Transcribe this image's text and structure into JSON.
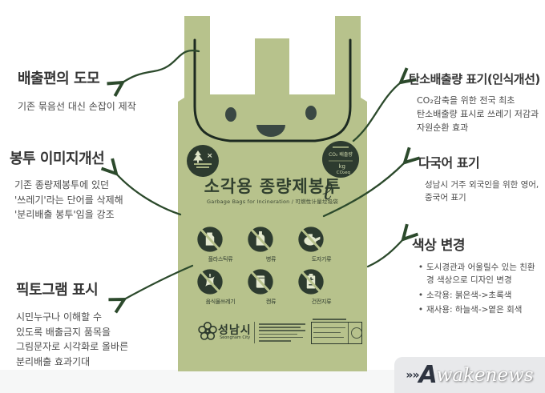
{
  "colors": {
    "bag_green": "#b7c28c",
    "dark_green": "#2d3b2f",
    "arrow_green": "#2c4a2c",
    "heading_text": "#353535",
    "body_text": "#4b4b4b",
    "watermark_bg": "#e8e9eb"
  },
  "annotations": {
    "left": [
      {
        "title": "배출편의 도모",
        "lines": [
          "기존 묶음선 대신 손잡이 제작"
        ]
      },
      {
        "title": "봉투 이미지개선",
        "lines": [
          "기존 종량제봉투에 있던",
          "'쓰레기'라는 단어를 삭제해",
          "'분리배출 봉투'임을 강조"
        ]
      },
      {
        "title": "픽토그램 표시",
        "lines": [
          "시민누구나 이해할 수",
          "있도록 배출금지 품목을",
          "그림문자로 시각화로 올바른",
          "분리배출 효과기대"
        ]
      }
    ],
    "right": [
      {
        "title": "탄소배출량 표기(인식개선)",
        "lines": [
          "CO₂감축을 위한 전국 최초",
          "탄소배출량 표시로 쓰레기 저감과",
          "자원순환 효과"
        ]
      },
      {
        "title": "다국어 표기",
        "lines": [
          "성남시 거주 외국인을 위한 영어, 중국어 표기"
        ]
      },
      {
        "title": "색상 변경",
        "bullets": [
          "도시경관과 어울릴수 있는 친환경 색상으로 디자인 변경",
          "소각용: 붉은색->초록색",
          "재사용: 하늘색->옅은 회색"
        ]
      }
    ],
    "bullet_glyph": "•"
  },
  "bag": {
    "title": "소각용 종량제봉투",
    "subtitle": "Garbage Bags for Incineration / 可燃性计量垃圾袋",
    "liter_mark": "ℓ",
    "badge_left": {
      "x_mark": "×"
    },
    "co2_badge": {
      "line1": "CO₂ 배출량",
      "line2": "kg",
      "line3": "CO₂eq"
    },
    "pictograms": [
      {
        "label": "플라스틱류"
      },
      {
        "label": "병류"
      },
      {
        "label": "도자기류"
      },
      {
        "label": "음식물쓰레기"
      },
      {
        "label": "캔류"
      },
      {
        "label": "건전지류"
      }
    ],
    "footer": {
      "city_kr": "성남시",
      "city_en": "Seongnam City"
    }
  },
  "watermark": {
    "prefix": "»",
    "initial": "A",
    "rest": "wakenews"
  }
}
